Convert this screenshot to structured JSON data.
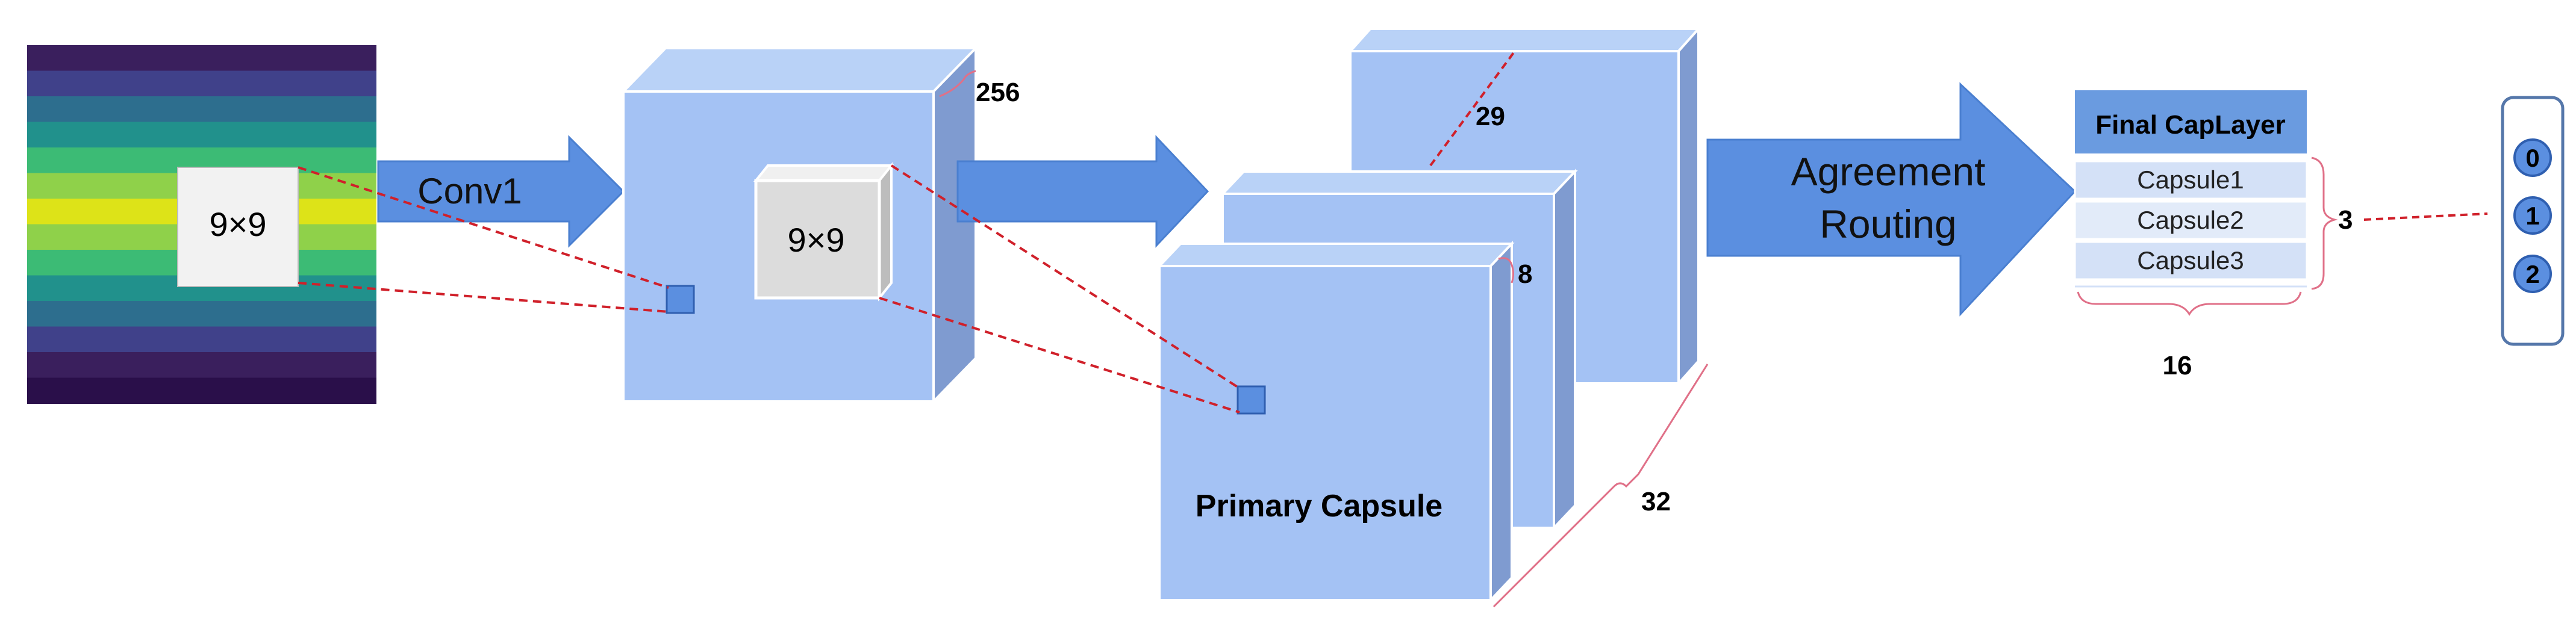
{
  "input_image": {
    "kernel_label": "9×9",
    "stripe_colors": [
      "#3a1f5d",
      "#40418a",
      "#2d6e8e",
      "#21918c",
      "#3cbb75",
      "#8fd14a",
      "#dde318",
      "#8fd14a",
      "#3cbb75",
      "#21918c",
      "#2d6e8e",
      "#40418a",
      "#3a1f5d",
      "#2a0f4a"
    ]
  },
  "conv1_arrow": {
    "label": "Conv1"
  },
  "conv_block": {
    "depth_label": "256",
    "kernel_label": "9×9"
  },
  "primary_capsule": {
    "label": "Primary Capsule",
    "size_label": "29",
    "depth_label": "8",
    "count_label": "32"
  },
  "routing_arrow": {
    "line1": "Agreement",
    "line2": "Routing"
  },
  "final_layer": {
    "title": "Final CapLayer",
    "capsules": [
      "Capsule1",
      "Capsule2",
      "Capsule3"
    ],
    "dim_label": "16",
    "count_label": "3"
  },
  "outputs": [
    "0",
    "1",
    "2"
  ],
  "colors": {
    "block_face": "#a4c2f4",
    "block_top": "#b9d2f7",
    "block_side": "#7f9bd0",
    "arrow_fill": "#5b8fe0",
    "dashed_line": "#d0202a",
    "brace": "#e07088",
    "header_fill": "#6a9be0",
    "row_fill": "#d4e1f7"
  }
}
